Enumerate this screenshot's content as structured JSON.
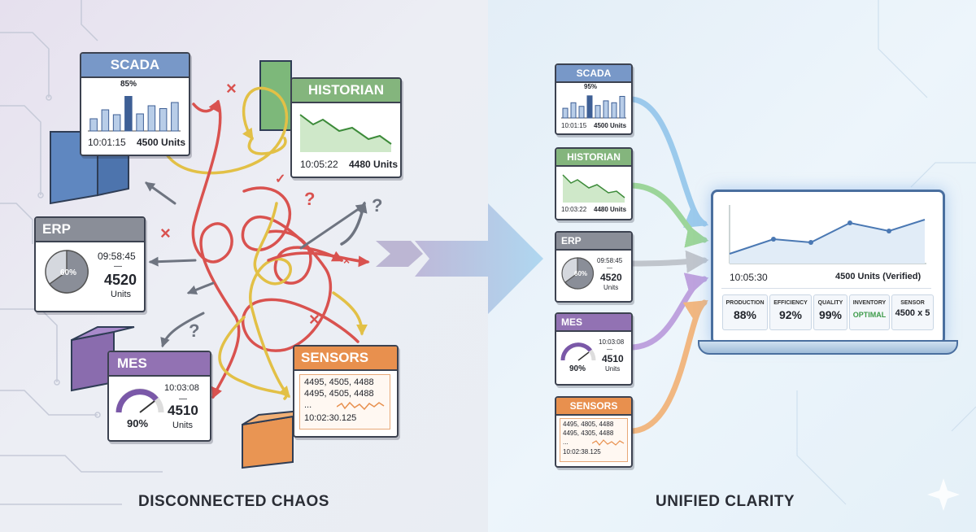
{
  "left_panel": {
    "title": "DISCONNECTED CHAOS",
    "scada": {
      "name": "SCADA",
      "percent": "85%",
      "time": "10:01:15",
      "value": "4500 Units",
      "bars": [
        0.3,
        0.52,
        0.4,
        0.85,
        0.42,
        0.62,
        0.55,
        0.7
      ]
    },
    "historian": {
      "name": "HISTORIAN",
      "time": "10:05:22",
      "value": "4480 Units"
    },
    "erp": {
      "name": "ERP",
      "percent": "60%",
      "time": "09:58:45",
      "dash": "—",
      "value": "4520",
      "unit": "Units"
    },
    "mes": {
      "name": "MES",
      "percent": "90%",
      "time": "10:03:08",
      "dash": "—",
      "value": "4510",
      "unit": "Units"
    },
    "sensors": {
      "name": "SENSORS",
      "line1": "4495, 4505, 4488",
      "line2": "4495, 4505, 4488",
      "line3": "...",
      "time": "10:02:30.125"
    },
    "marks": {
      "cross": "×",
      "question": "?",
      "check": "✓"
    }
  },
  "right_panel": {
    "title": "UNIFIED CLARITY",
    "scada": {
      "name": "SCADA",
      "percent": "95%",
      "time": "10:01:15",
      "value": "4500 Units",
      "bars": [
        0.35,
        0.55,
        0.42,
        0.8,
        0.45,
        0.62,
        0.55,
        0.78
      ]
    },
    "historian": {
      "name": "HISTORIAN",
      "time": "10:03:22",
      "value": "4480 Units"
    },
    "erp": {
      "name": "ERP",
      "percent": "60%",
      "time": "09:58:45",
      "dash": "—",
      "value": "4520",
      "unit": "Units"
    },
    "mes": {
      "name": "MES",
      "percent": "90%",
      "time": "10:03:08",
      "dash": "—",
      "value": "4510",
      "unit": "Units"
    },
    "sensors": {
      "name": "SENSORS",
      "line1": "4495, 4805, 4488",
      "line2": "4495, 4305, 4488",
      "line3": "...",
      "time": "10:02:38.125"
    },
    "dashboard": {
      "time": "10:05:30",
      "value": "4500 Units (Verified)",
      "kpis": [
        {
          "label": "PRODUCTION",
          "value": "88%"
        },
        {
          "label": "EFFICIENCY",
          "value": "92%"
        },
        {
          "label": "QUALITY",
          "value": "99%"
        },
        {
          "label": "INVENTORY",
          "value": "OPTIMAL"
        },
        {
          "label": "SENSOR",
          "value": "4500 x 5"
        }
      ]
    }
  },
  "colors": {
    "scada": "#7898c8",
    "historian": "#84b57d",
    "erp": "#8a8e98",
    "mes": "#9272b3",
    "sensors": "#e8904e",
    "chaos_red": "#d9524f",
    "chaos_yellow": "#e2c046"
  }
}
